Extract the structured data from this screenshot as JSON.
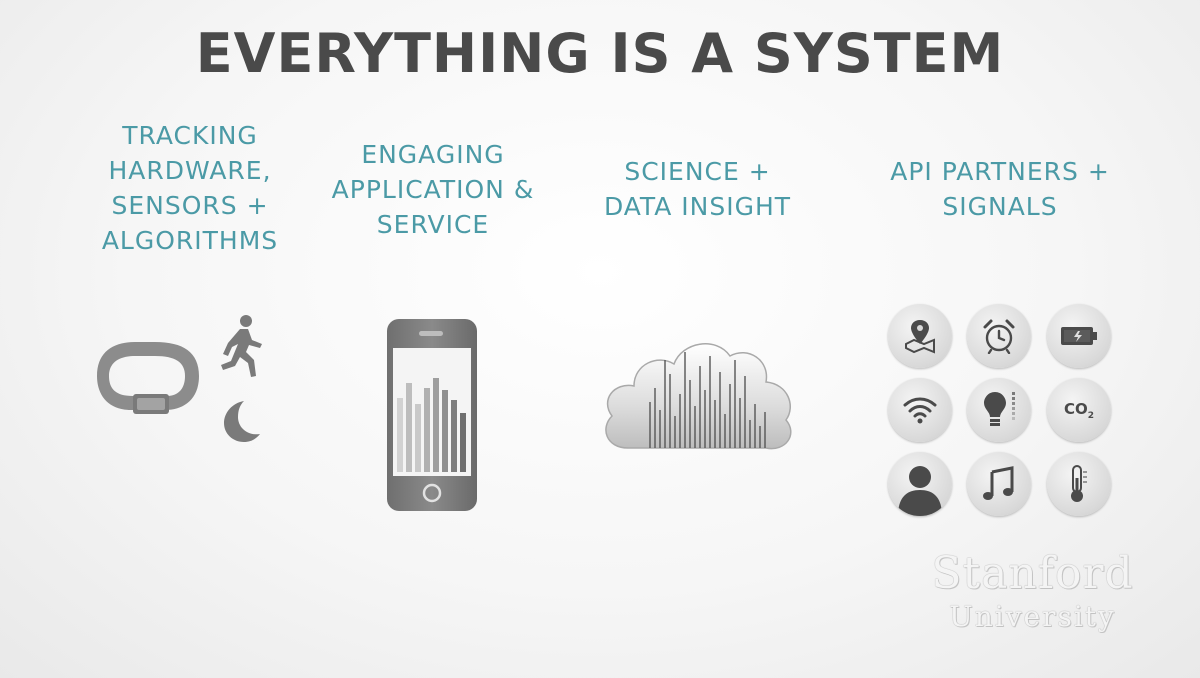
{
  "slide": {
    "title": "EVERYTHING IS A SYSTEM",
    "columns": [
      {
        "lines": [
          "TRACKING",
          "HARDWARE,",
          "SENSORS +",
          "ALGORITHMS"
        ],
        "icons": [
          "wristband-icon",
          "runner-icon",
          "moon-icon"
        ]
      },
      {
        "lines": [
          "ENGAGING",
          "APPLICATION &",
          "SERVICE"
        ],
        "icons": [
          "smartphone-icon"
        ]
      },
      {
        "lines": [
          "SCIENCE +",
          "DATA INSIGHT"
        ],
        "icons": [
          "cloud-data-icon"
        ]
      },
      {
        "lines": [
          "API PARTNERS +",
          "SIGNALS"
        ],
        "icons": [
          "map-pin-icon",
          "alarm-clock-icon",
          "battery-icon",
          "wifi-icon",
          "lightbulb-icon",
          "co2-icon",
          "person-icon",
          "music-note-icon",
          "thermometer-icon"
        ]
      }
    ],
    "co2_main": "CO",
    "co2_sub": "2"
  },
  "watermark": {
    "line1": "Stanford",
    "line2": "University"
  },
  "colors": {
    "heading": "#4b9aa6",
    "title": "#4a4a4a",
    "icon": "#7a7a7a",
    "background": "#f6f6f6"
  }
}
